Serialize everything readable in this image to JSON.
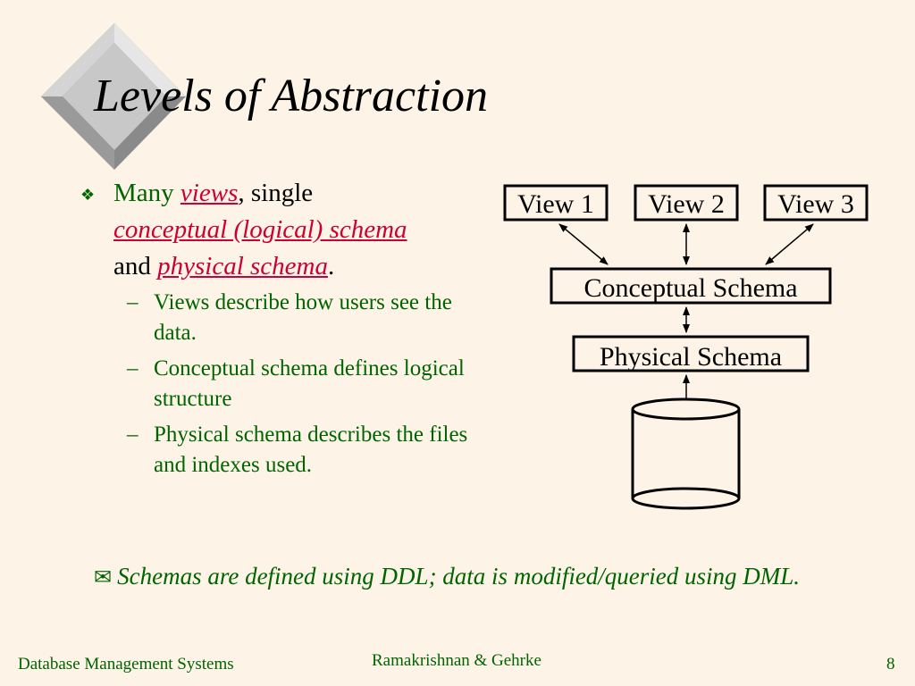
{
  "slide": {
    "title": "Levels of Abstraction",
    "bullet": {
      "prefix": "Many ",
      "kw_views": "views",
      "sep1": ", single",
      "kw_conceptual": "conceptual (logical) schema",
      "and": "and ",
      "kw_physical": "physical schema",
      "end": "."
    },
    "subbullets": [
      "Views describe how users see the data.",
      "Conceptual schema defines logical structure",
      "Physical schema describes the files and indexes used."
    ],
    "dash": "–",
    "diagram": {
      "view1": "View 1",
      "view2": "View 2",
      "view3": "View 3",
      "conceptual": "Conceptual Schema",
      "physical": "Physical Schema"
    },
    "note": "Schemas are defined using DDL; data is modified/queried using DML."
  },
  "footer": {
    "left": "Database Management Systems",
    "center": "Ramakrishnan & Gehrke",
    "right": "8"
  },
  "colors": {
    "background": "#fdf3e6",
    "text_green": "#006400",
    "keyword_red": "#cc0033"
  }
}
